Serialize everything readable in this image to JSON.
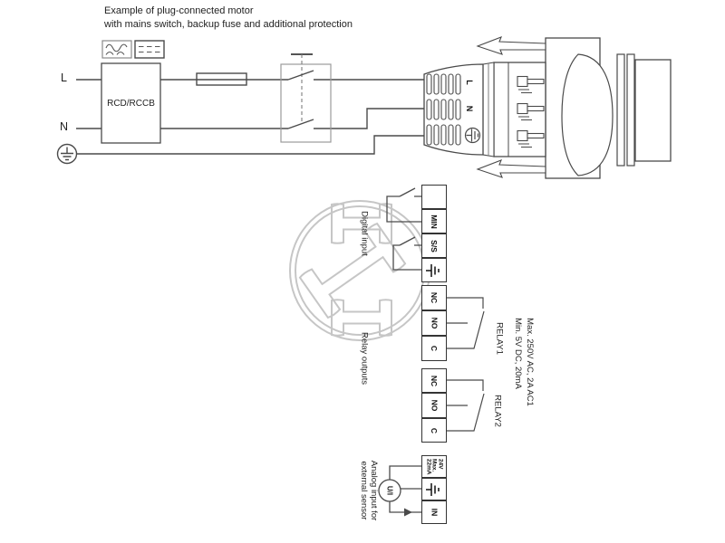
{
  "title": {
    "line1": "Example of plug-connected motor",
    "line2": "with mains switch, backup fuse and additional protection"
  },
  "colors": {
    "line": "#4a4a4a",
    "text": "#1f1f1f",
    "watermark": "#c6c6c6",
    "switch_box": "#999999"
  },
  "mains": {
    "l": "L",
    "n": "N",
    "rcd": "RCD/RCCB"
  },
  "plug": {
    "l": "L",
    "n": "N"
  },
  "digital_input": {
    "label": "Digital input",
    "terminals": [
      "",
      "MIN",
      "S/S"
    ]
  },
  "relay_outputs": {
    "label": "Relay outputs",
    "relay1": "RELAY1",
    "relay2": "RELAY2",
    "relay1_terminals": [
      "NC",
      "NO",
      "C"
    ],
    "relay2_terminals": [
      "NC",
      "NO",
      "C"
    ],
    "rating_line1": "Max. 250V AC, 2A AC1",
    "rating_line2": "Min. 5V DC, 20mA"
  },
  "analog_input": {
    "label_line1": "Analog input for",
    "label_line2": "external sensor",
    "sensor": "U/I",
    "t24_line1": "24V",
    "t24_line2": "Max.",
    "t24_line3": "22mA",
    "t_in": "IN"
  }
}
